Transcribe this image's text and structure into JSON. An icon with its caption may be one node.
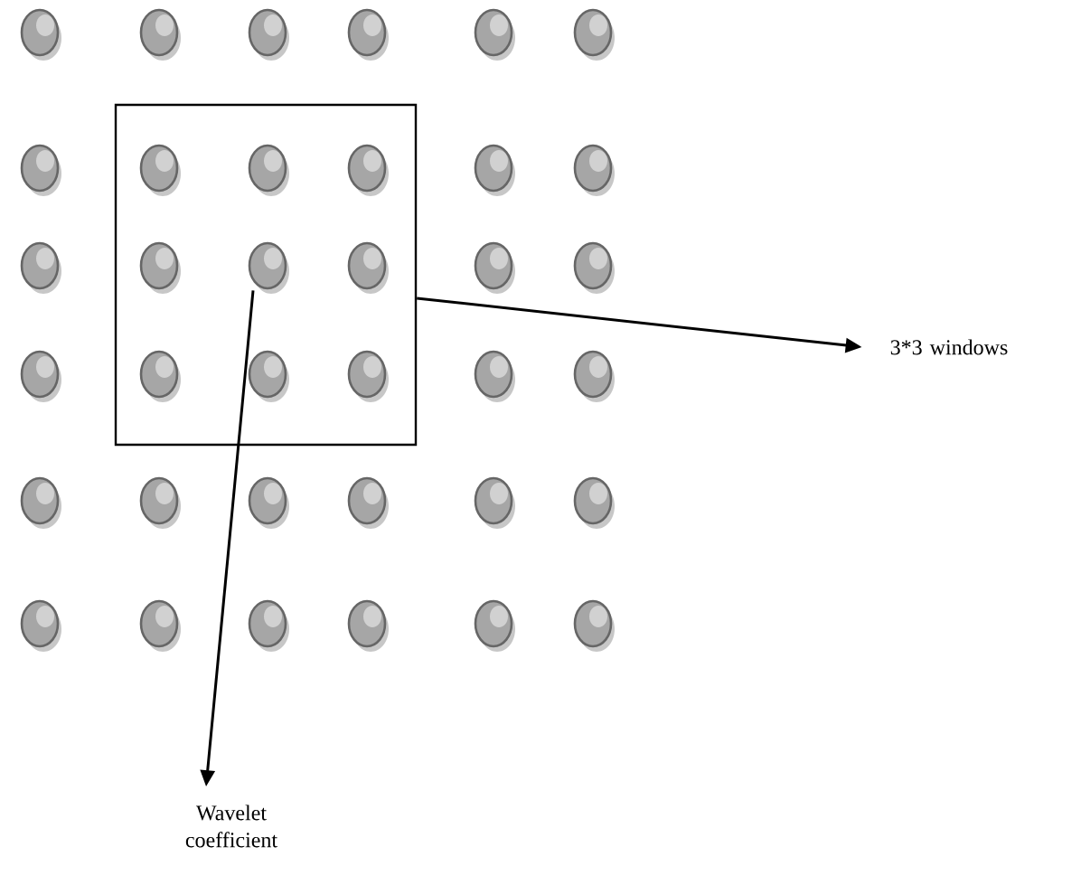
{
  "diagram": {
    "nodes": [
      {
        "text": [],
        "shape": "box"
      },
      {
        "text": [],
        "shape": "circle"
      },
      {
        "text": [],
        "shape": "circle"
      },
      {
        "text": [],
        "shape": "circle"
      },
      {
        "text": [],
        "shape": "circle"
      },
      {
        "text": [],
        "shape": "circle"
      },
      {
        "text": [],
        "shape": "circle"
      },
      {
        "text": [],
        "shape": "circle"
      },
      {
        "text": [],
        "shape": "circle",
        "in": 0
      },
      {
        "text": [],
        "shape": "circle",
        "in": 0
      },
      {
        "text": [],
        "shape": "circle",
        "in": 0
      },
      {
        "text": [],
        "shape": "circle"
      },
      {
        "text": [],
        "shape": "circle"
      },
      {
        "text": [],
        "shape": "circle"
      },
      {
        "text": [],
        "shape": "circle",
        "in": 0
      },
      {
        "text": [],
        "shape": "circle",
        "in": 0
      },
      {
        "text": [],
        "shape": "circle",
        "in": 0
      },
      {
        "text": [],
        "shape": "circle"
      },
      {
        "text": [],
        "shape": "circle"
      },
      {
        "text": [],
        "shape": "circle"
      },
      {
        "text": [],
        "shape": "circle",
        "in": 0
      },
      {
        "text": [],
        "shape": "circle",
        "in": 0
      },
      {
        "text": [],
        "shape": "circle",
        "in": 0
      },
      {
        "text": [],
        "shape": "circle"
      },
      {
        "text": [],
        "shape": "circle"
      },
      {
        "text": [],
        "shape": "circle"
      },
      {
        "text": [],
        "shape": "circle"
      },
      {
        "text": [],
        "shape": "circle"
      },
      {
        "text": [],
        "shape": "circle"
      },
      {
        "text": [],
        "shape": "circle"
      },
      {
        "text": [],
        "shape": "circle"
      },
      {
        "text": [],
        "shape": "circle"
      },
      {
        "text": [],
        "shape": "circle"
      },
      {
        "text": [],
        "shape": "circle"
      },
      {
        "text": [],
        "shape": "circle"
      },
      {
        "text": [],
        "shape": "circle"
      },
      {
        "text": [],
        "shape": "circle"
      },
      {
        "text": [
          "3*3 windows"
        ]
      },
      {
        "text": [
          "Wavelet coefficient"
        ]
      }
    ],
    "edges": [
      {
        "from": 0,
        "to": 37,
        "arrow": "to"
      },
      {
        "from": 15,
        "to": 38,
        "arrow": "to"
      }
    ]
  }
}
